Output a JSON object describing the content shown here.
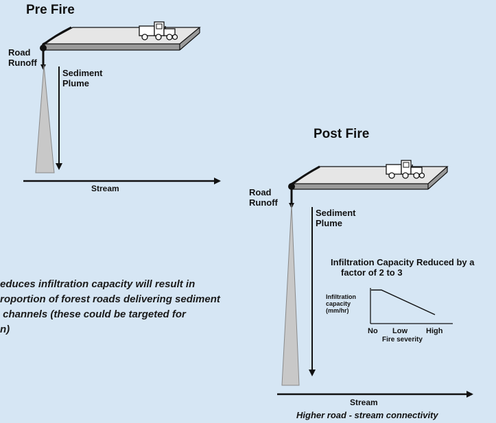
{
  "pre_fire": {
    "title": "Pre Fire",
    "road_runoff": [
      "Road",
      "Runoff"
    ],
    "sediment_plume": [
      "Sediment",
      "Plume"
    ],
    "stream": "Stream"
  },
  "post_fire": {
    "title": "Post Fire",
    "road_runoff": [
      "Road",
      "Runoff"
    ],
    "sediment_plume": [
      "Sediment",
      "Plume"
    ],
    "stream": "Stream",
    "caption": "Higher road - stream connectivity"
  },
  "inset": {
    "title": [
      "Infiltration Capacity Reduced by a",
      "factor of 2 to 3"
    ],
    "ylabel": [
      "Infiltration",
      "capacity",
      "(mm/hr)"
    ],
    "ticks": [
      "No",
      "Low",
      "High"
    ],
    "xlabel": "Fire severity"
  },
  "body_text": [
    "educes infiltration capacity will result in",
    "roportion of forest roads delivering sediment",
    " channels (these could be targeted for",
    "n)"
  ],
  "colors": {
    "background": "#d6e6f4",
    "road_top": "#e6e6e6",
    "plume": "#c8c8c8",
    "line": "#111111"
  }
}
